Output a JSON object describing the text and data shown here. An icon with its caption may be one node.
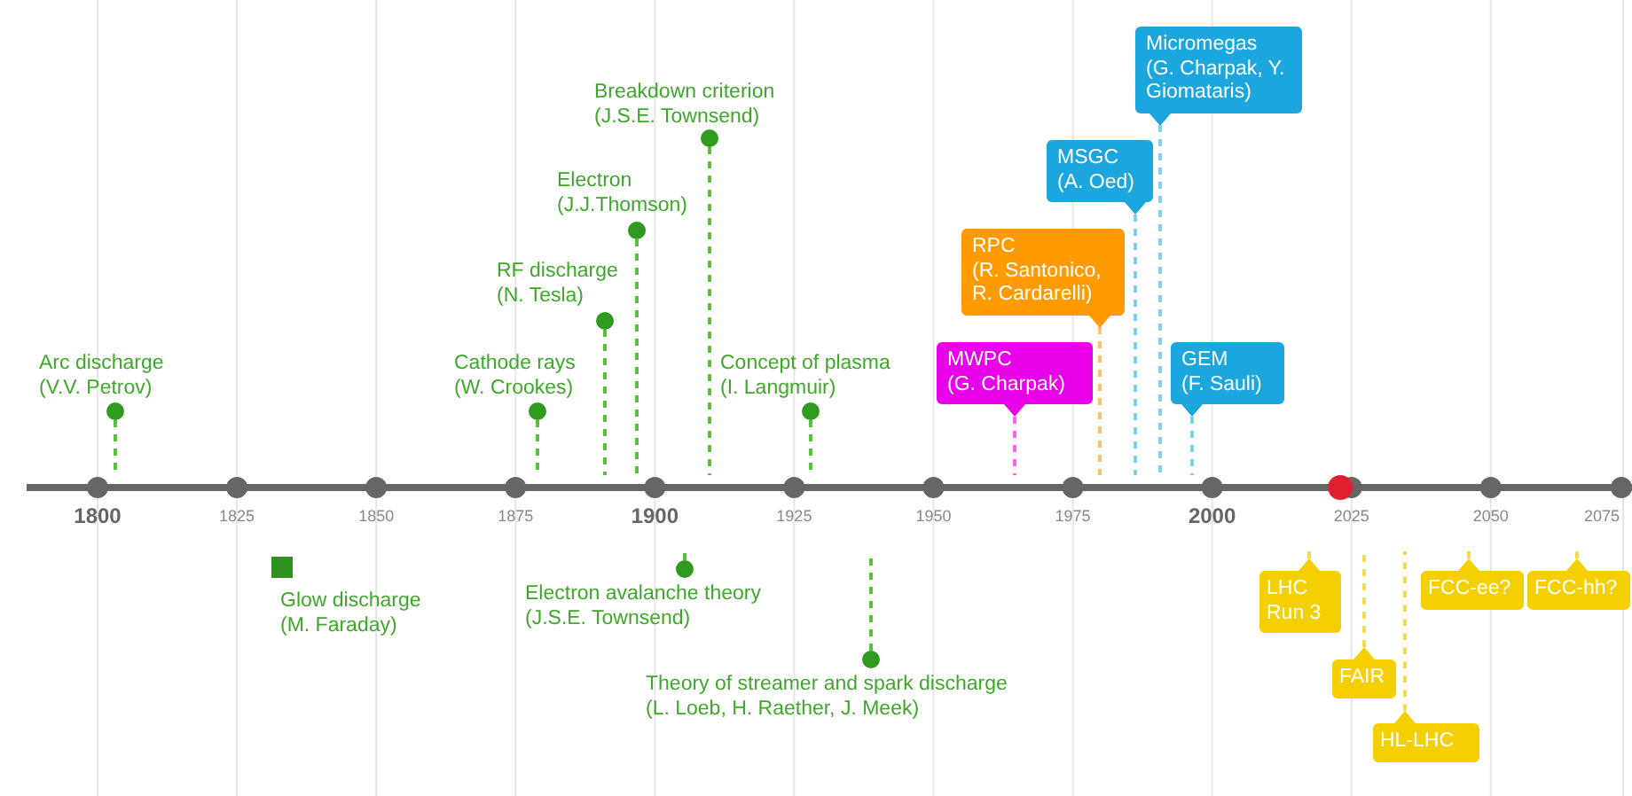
{
  "diagram": {
    "nodes": [
      {
        "text": [
          "Arc discharge",
          "(V.V. Petrov)"
        ]
      },
      {
        "text": [
          "Cathode rays",
          "(W. Crookes)"
        ]
      },
      {
        "text": [
          "RF discharge",
          "(N. Tesla)"
        ]
      },
      {
        "text": [
          "Electron",
          "(J.J.Thomson)"
        ]
      },
      {
        "text": [
          "Breakdown criterion",
          "(J.S.E. Townsend)"
        ]
      },
      {
        "text": [
          "Concept of plasma",
          "(I. Langmuir)"
        ]
      },
      {
        "text": [
          "MWPC",
          "(G. Charpak)"
        ]
      },
      {
        "text": [
          "RPC",
          "(R. Santonico, R. Cardarelli)"
        ]
      },
      {
        "text": [
          "MSGC",
          "(A. Oed)"
        ]
      },
      {
        "text": [
          "Micromegas",
          "(G. Charpak, Y. Giomataris)"
        ]
      },
      {
        "text": [
          "GEM",
          "(F. Sauli)"
        ]
      },
      {
        "text": [
          "Glow discharge",
          "(M. Faraday)"
        ]
      },
      {
        "text": [
          "Electron avalanche theory",
          "(J.S.E. Townsend)"
        ]
      },
      {
        "text": [
          "Theory of streamer and spark discharge",
          "(L. Loeb, H. Raether, J. Meek)"
        ]
      },
      {
        "text": [
          "LHC Run 3"
        ]
      },
      {
        "text": [
          "FCC-ee?"
        ]
      },
      {
        "text": [
          "FCC-hh?"
        ]
      },
      {
        "text": [
          "FAIR"
        ]
      },
      {
        "text": [
          "HL-LHC"
        ]
      }
    ],
    "edges": [
      {
        "from": 0,
        "to": null,
        "arrow": "none",
        "style": "dashed"
      },
      {
        "from": 1,
        "to": null,
        "arrow": "none",
        "style": "dashed"
      },
      {
        "from": 2,
        "to": null,
        "arrow": "none",
        "style": "dashed"
      },
      {
        "from": 3,
        "to": null,
        "arrow": "none",
        "style": "dashed"
      },
      {
        "from": 4,
        "to": null,
        "arrow": "none",
        "style": "dashed"
      },
      {
        "from": 5,
        "to": null,
        "arrow": "none",
        "style": "dashed"
      },
      {
        "from": 6,
        "to": null,
        "arrow": "none",
        "style": "dashed",
        "color": "#ff66ff"
      },
      {
        "from": 7,
        "to": null,
        "arrow": "none",
        "style": "dashed",
        "color": "#ffc266"
      },
      {
        "from": 8,
        "to": null,
        "arrow": "none",
        "style": "dashed",
        "color": "#80d0f0"
      },
      {
        "from": 9,
        "to": null,
        "arrow": "none",
        "style": "dashed",
        "color": "#80d0f0"
      },
      {
        "from": 10,
        "to": null,
        "arrow": "none",
        "style": "dashed",
        "color": "#80d0f0"
      },
      {
        "from": 12,
        "to": null,
        "arrow": "none",
        "style": "dashed"
      },
      {
        "from": 13,
        "to": null,
        "arrow": "none",
        "style": "dashed"
      },
      {
        "from": 14,
        "to": null,
        "arrow": "none",
        "style": "dashed",
        "color": "#f5dc4a"
      },
      {
        "from": 15,
        "to": null,
        "arrow": "none",
        "style": "dashed",
        "color": "#f5dc4a"
      },
      {
        "from": 16,
        "to": null,
        "arrow": "none",
        "style": "dashed",
        "color": "#f5dc4a"
      },
      {
        "from": 17,
        "to": null,
        "arrow": "none",
        "style": "dashed",
        "color": "#f5dc4a"
      },
      {
        "from": 18,
        "to": null,
        "arrow": "none",
        "style": "dashed",
        "color": "#f5dc4a"
      }
    ],
    "labels": [
      "1800",
      "1825",
      "1850",
      "1875",
      "1900",
      "1925",
      "1950",
      "1975",
      "2000",
      "2025",
      "2050",
      "2075"
    ]
  }
}
